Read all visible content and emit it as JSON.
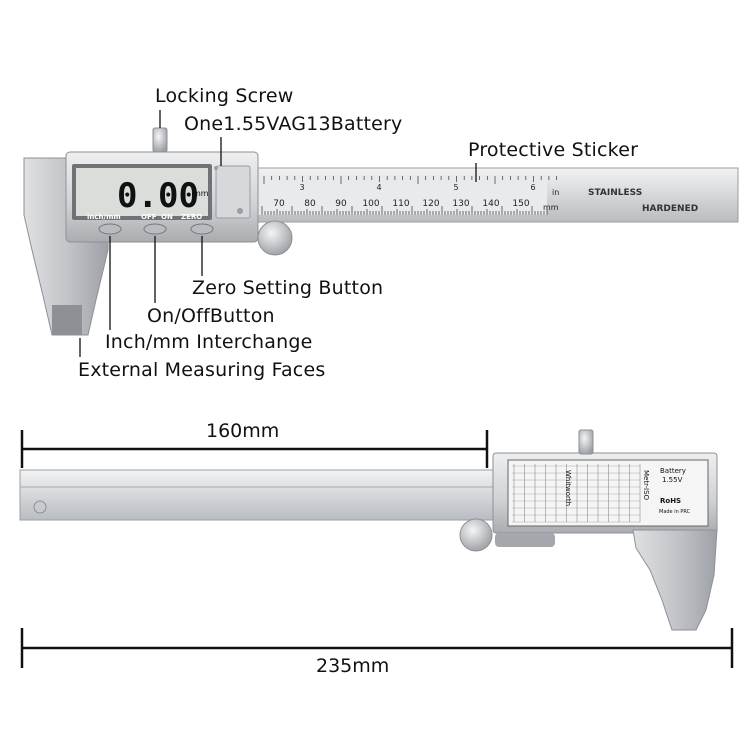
{
  "callouts": {
    "locking_screw": "Locking Screw",
    "battery": "One1.55VAG13Battery",
    "protective_sticker": "Protective Sticker",
    "zero_button": "Zero Setting Button",
    "onoff_button": "On/OffButton",
    "inch_mm": "Inch/mm Interchange",
    "external_faces": "External Measuring Faces"
  },
  "display": {
    "reading": "0.00",
    "unit": "mm",
    "button_labels": [
      "inch/mm",
      "OFF",
      "ON",
      "ZERO"
    ]
  },
  "scale": {
    "mm_numbers": [
      "70",
      "80",
      "90",
      "100",
      "110",
      "120",
      "130",
      "140",
      "150"
    ],
    "inch_numbers": [
      "3",
      "4",
      "5",
      "6"
    ],
    "inch_unit": "in",
    "mm_unit": "mm",
    "stainless": "STAINLESS",
    "hardened": "HARDENED"
  },
  "sticker": {
    "title1": "Battery",
    "title2": "1.55V",
    "rohs": "RoHS",
    "made": "Made in PRC",
    "metric": "Metr-ISO",
    "whitworth": "Whitworth"
  },
  "dimensions": {
    "range": "160mm",
    "length": "235mm"
  },
  "colors": {
    "steel_light": "#e6e7e9",
    "steel_mid": "#c4c6ca",
    "steel_dark": "#8d9095",
    "lcd": "#d9dedb",
    "ink": "#111111"
  }
}
